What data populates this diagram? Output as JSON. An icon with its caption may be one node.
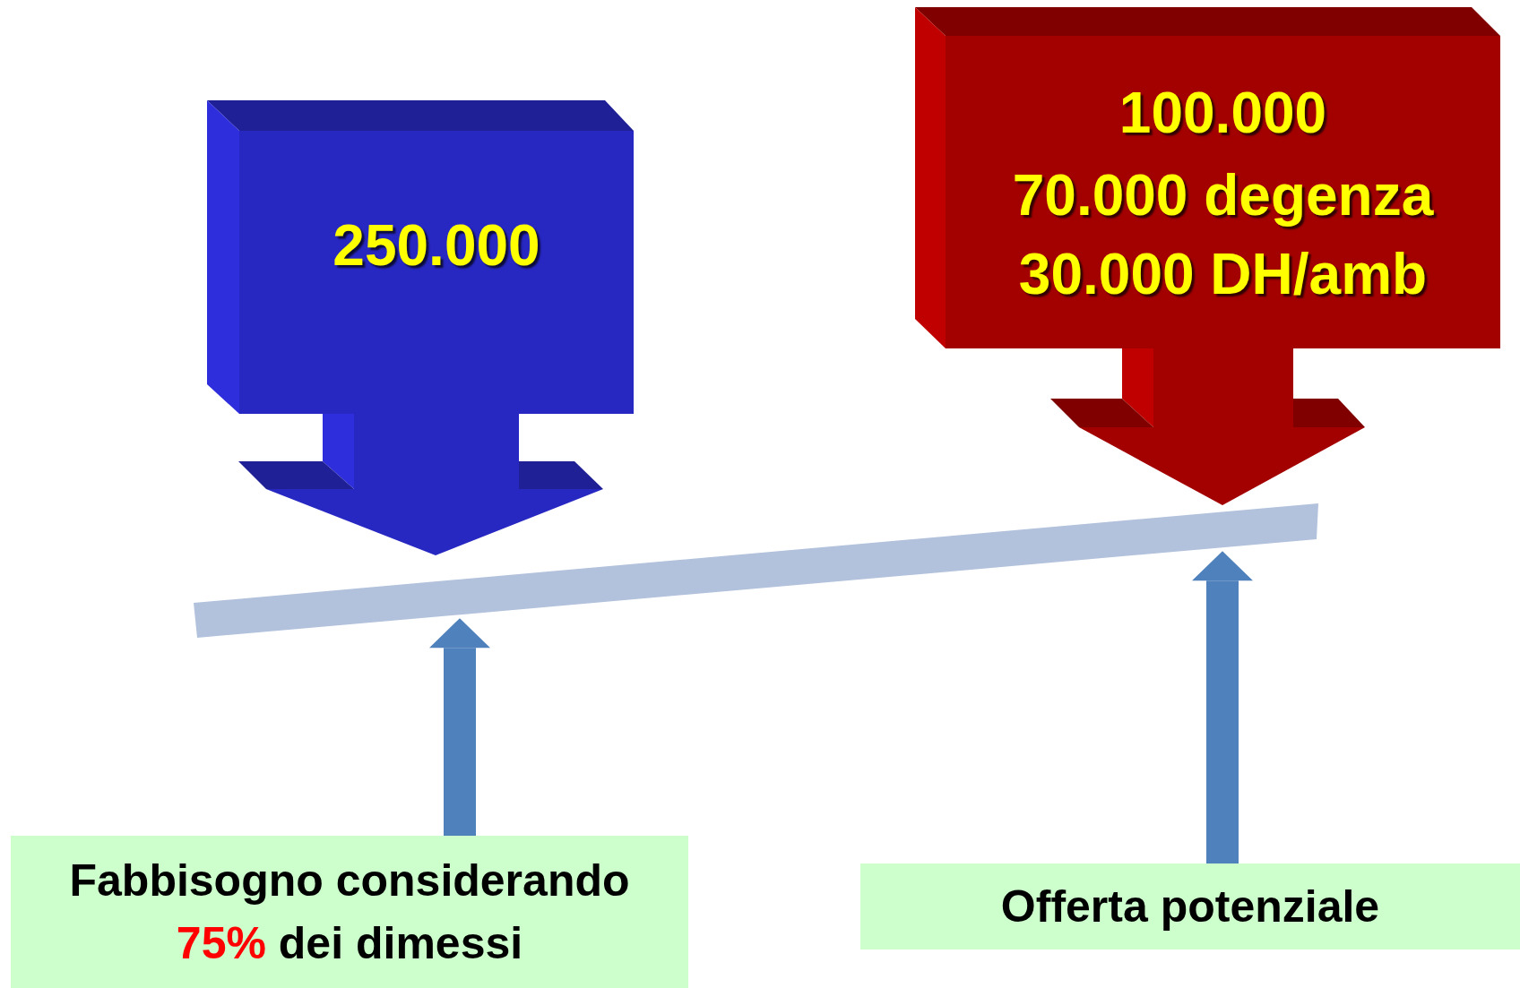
{
  "diagram": {
    "nodes": [
      {
        "text": [
          "250.000"
        ]
      },
      {
        "text": [
          "100.000",
          "70.000 degenza",
          "30.000 DH/amb"
        ]
      },
      {
        "text": [],
        "shape": "bar"
      },
      {
        "text": [
          "Fabbisogno considerando *75%* dei dimessi"
        ]
      },
      {
        "text": [
          "Offerta potenziale"
        ]
      }
    ],
    "edges": [
      {
        "from": 3,
        "to": 2,
        "arrow": "to"
      },
      {
        "from": 4,
        "to": 2,
        "arrow": "to"
      }
    ]
  }
}
